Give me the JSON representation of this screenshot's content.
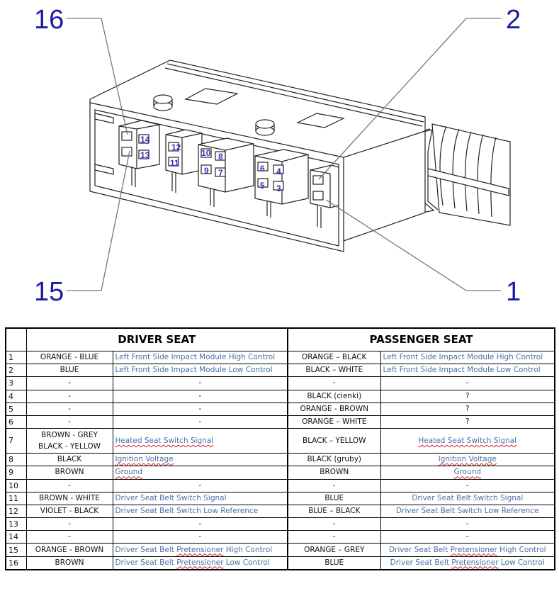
{
  "diagram": {
    "title": "Seat connector pinout",
    "callouts": [
      {
        "label": "16"
      },
      {
        "label": "2"
      },
      {
        "label": "15"
      },
      {
        "label": "1"
      }
    ],
    "pin_labels": [
      "14",
      "13",
      "12",
      "11",
      "10",
      "8",
      "9",
      "7",
      "6",
      "4",
      "5",
      "3"
    ],
    "colors": {
      "callout": "#1a1aa8",
      "pin_label": "#3535c8",
      "leader": "#777777"
    }
  },
  "table": {
    "headers": {
      "driver": "DRIVER SEAT",
      "passenger": "PASSENGER SEAT"
    },
    "colors": {
      "function_text": "#4a6fa8",
      "spellcheck": "#d02020"
    },
    "rows": [
      {
        "pin": "1",
        "driver_wire": "ORANGE - BLUE",
        "driver_function": "Left Front Side Impact Module High Control",
        "passenger_wire": "ORANGE – BLACK",
        "passenger_function": "Left Front Side Impact Module High Control"
      },
      {
        "pin": "2",
        "driver_wire": "BLUE",
        "driver_function": "Left Front Side Impact Module Low Control",
        "passenger_wire": "BLACK – WHITE",
        "passenger_function": "Left Front Side Impact Module Low Control"
      },
      {
        "pin": "3",
        "driver_wire": "-",
        "driver_function": "-",
        "passenger_wire": "-",
        "passenger_function": "-"
      },
      {
        "pin": "4",
        "driver_wire": "-",
        "driver_function": "-",
        "passenger_wire": "BLACK (cienki)",
        "passenger_function": "?"
      },
      {
        "pin": "5",
        "driver_wire": "-",
        "driver_function": "-",
        "passenger_wire": "ORANGE -  BROWN",
        "passenger_function": "?"
      },
      {
        "pin": "6",
        "driver_wire": "-",
        "driver_function": "-",
        "passenger_wire": "ORANGE – WHITE",
        "passenger_function": "?"
      },
      {
        "pin": "7",
        "driver_wire": "BROWN - GREY",
        "driver_wire_2": "BLACK - YELLOW",
        "driver_function": "Heated Seat Switch Signal",
        "passenger_wire": "BLACK – YELLOW",
        "passenger_function": "Heated Seat Switch Signal"
      },
      {
        "pin": "8",
        "driver_wire": "BLACK",
        "driver_function": "Ignition Voltage",
        "passenger_wire": "BLACK (gruby)",
        "passenger_function": "Ignition Voltage"
      },
      {
        "pin": "9",
        "driver_wire": "BROWN",
        "driver_function": "Ground",
        "passenger_wire": "BROWN",
        "passenger_function": "Ground"
      },
      {
        "pin": "10",
        "driver_wire": "-",
        "driver_function": "-",
        "passenger_wire": "-",
        "passenger_function": "-"
      },
      {
        "pin": "11",
        "driver_wire": "BROWN - WHITE",
        "driver_function": "Driver Seat Belt Switch Signal",
        "passenger_wire": "BLUE",
        "passenger_function": "Driver Seat Belt Switch Signal"
      },
      {
        "pin": "12",
        "driver_wire": "VIOLET - BLACK",
        "driver_function": "Driver Seat Belt Switch Low Reference",
        "passenger_wire": "BLUE – BLACK",
        "passenger_function": "Driver Seat Belt Switch Low Reference"
      },
      {
        "pin": "13",
        "driver_wire": "-",
        "driver_function": "-",
        "passenger_wire": "-",
        "passenger_function": "-"
      },
      {
        "pin": "14",
        "driver_wire": "-",
        "driver_function": "-",
        "passenger_wire": "-",
        "passenger_function": "-"
      },
      {
        "pin": "15",
        "driver_wire": "ORANGE - BROWN",
        "driver_function_parts": [
          "Driver Seat Belt ",
          "Pretensioner",
          " High Control"
        ],
        "passenger_wire": "ORANGE – GREY",
        "passenger_function_parts": [
          "Driver Seat Belt ",
          "Pretensioner",
          " High Control"
        ]
      },
      {
        "pin": "16",
        "driver_wire": "BROWN",
        "driver_function_parts": [
          "Driver Seat Belt ",
          "Pretensioner",
          " Low Control"
        ],
        "passenger_wire": "BLUE",
        "passenger_function_parts": [
          "Driver Seat Belt ",
          "Pretensioner",
          " Low Control"
        ]
      }
    ]
  }
}
